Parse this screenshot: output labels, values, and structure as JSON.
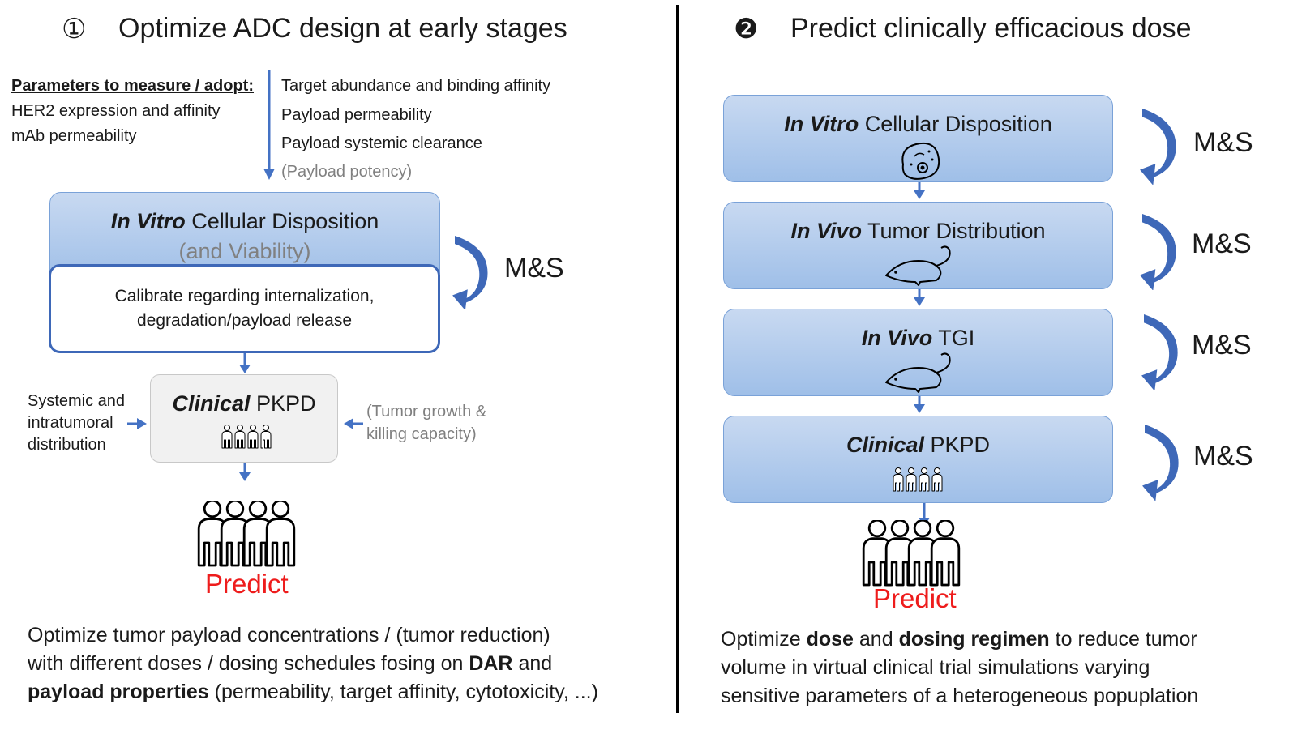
{
  "left": {
    "number_glyph": "①",
    "title": "Optimize ADC design at early stages",
    "params_heading": "Parameters to measure / adopt:",
    "params_left": [
      "HER2 expression and affinity",
      "mAb permeability"
    ],
    "params_right": [
      "Target abundance and binding affinity",
      "Payload permeability",
      "Payload systemic clearance"
    ],
    "params_right_grey": "(Payload potency)",
    "invitro_italic": "In Vitro",
    "invitro_rest": " Cellular Disposition",
    "invitro_sub": "(and Viability)",
    "calibrate_line1": "Calibrate regarding internalization,",
    "calibrate_line2": "degradation/payload release",
    "ms": "M&S",
    "clinical_italic": "Clinical",
    "clinical_rest": " PKPD",
    "side_left": [
      "Systemic and",
      "intratumoral",
      "distribution"
    ],
    "side_right": [
      "(Tumor growth &",
      "killing capacity)"
    ],
    "predict": "Predict",
    "bottom": {
      "line1": "Optimize tumor payload concentrations / (tumor reduction)",
      "line2_pre": "with different doses / dosing schedules fosing on ",
      "line2_bold": "DAR",
      "line2_post": " and",
      "line3_bold": "payload properties",
      "line3_post": " (permeability, target affinity, cytotoxicity, ...)"
    }
  },
  "right": {
    "number_glyph": "❷",
    "title": "Predict clinically efficacious dose",
    "stages": [
      {
        "italic": "In Vitro",
        "rest": " Cellular Disposition",
        "icon": "cell-icon",
        "ms": "M&S"
      },
      {
        "italic": "In Vivo",
        "rest": " Tumor Distribution",
        "icon": "mouse-icon",
        "ms": "M&S"
      },
      {
        "italic": "In Vivo",
        "rest": " TGI",
        "icon": "mouse-icon",
        "ms": "M&S"
      },
      {
        "italic": "Clinical",
        "rest": " PKPD",
        "icon": "people-icon",
        "ms": "M&S"
      }
    ],
    "predict": "Predict",
    "bottom": {
      "line1_pre": "Optimize ",
      "line1_b1": "dose",
      "line1_mid": " and ",
      "line1_b2": "dosing regimen",
      "line1_post": " to reduce tumor",
      "line2": "volume in virtual clinical trial simulations varying",
      "line3": "sensitive parameters of a heterogeneous popuplation"
    }
  },
  "colors": {
    "arrow_blue": "#4472c4",
    "curved_arrow": "#3e68b8",
    "box_gradient_top": "#c8d9f1",
    "box_gradient_bottom": "#9fbfe8",
    "predict_red": "#ee1c1c",
    "divider": "#000000"
  }
}
